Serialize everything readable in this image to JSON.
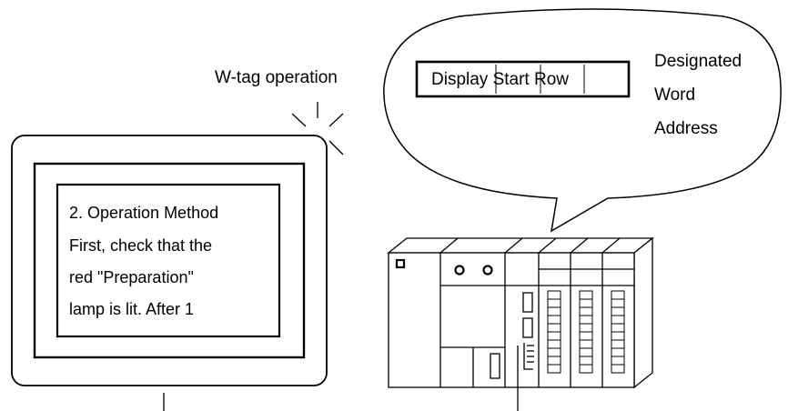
{
  "w_tag_label": "W-tag operation",
  "display_box": {
    "text": "Display Start Row"
  },
  "designated_label": {
    "lines": [
      "Designated",
      "Word",
      "Address"
    ]
  },
  "screen_text": {
    "lines": [
      "2. Operation Method",
      "First, check that the",
      "red \"Preparation\"",
      "lamp is lit. After 1"
    ]
  }
}
